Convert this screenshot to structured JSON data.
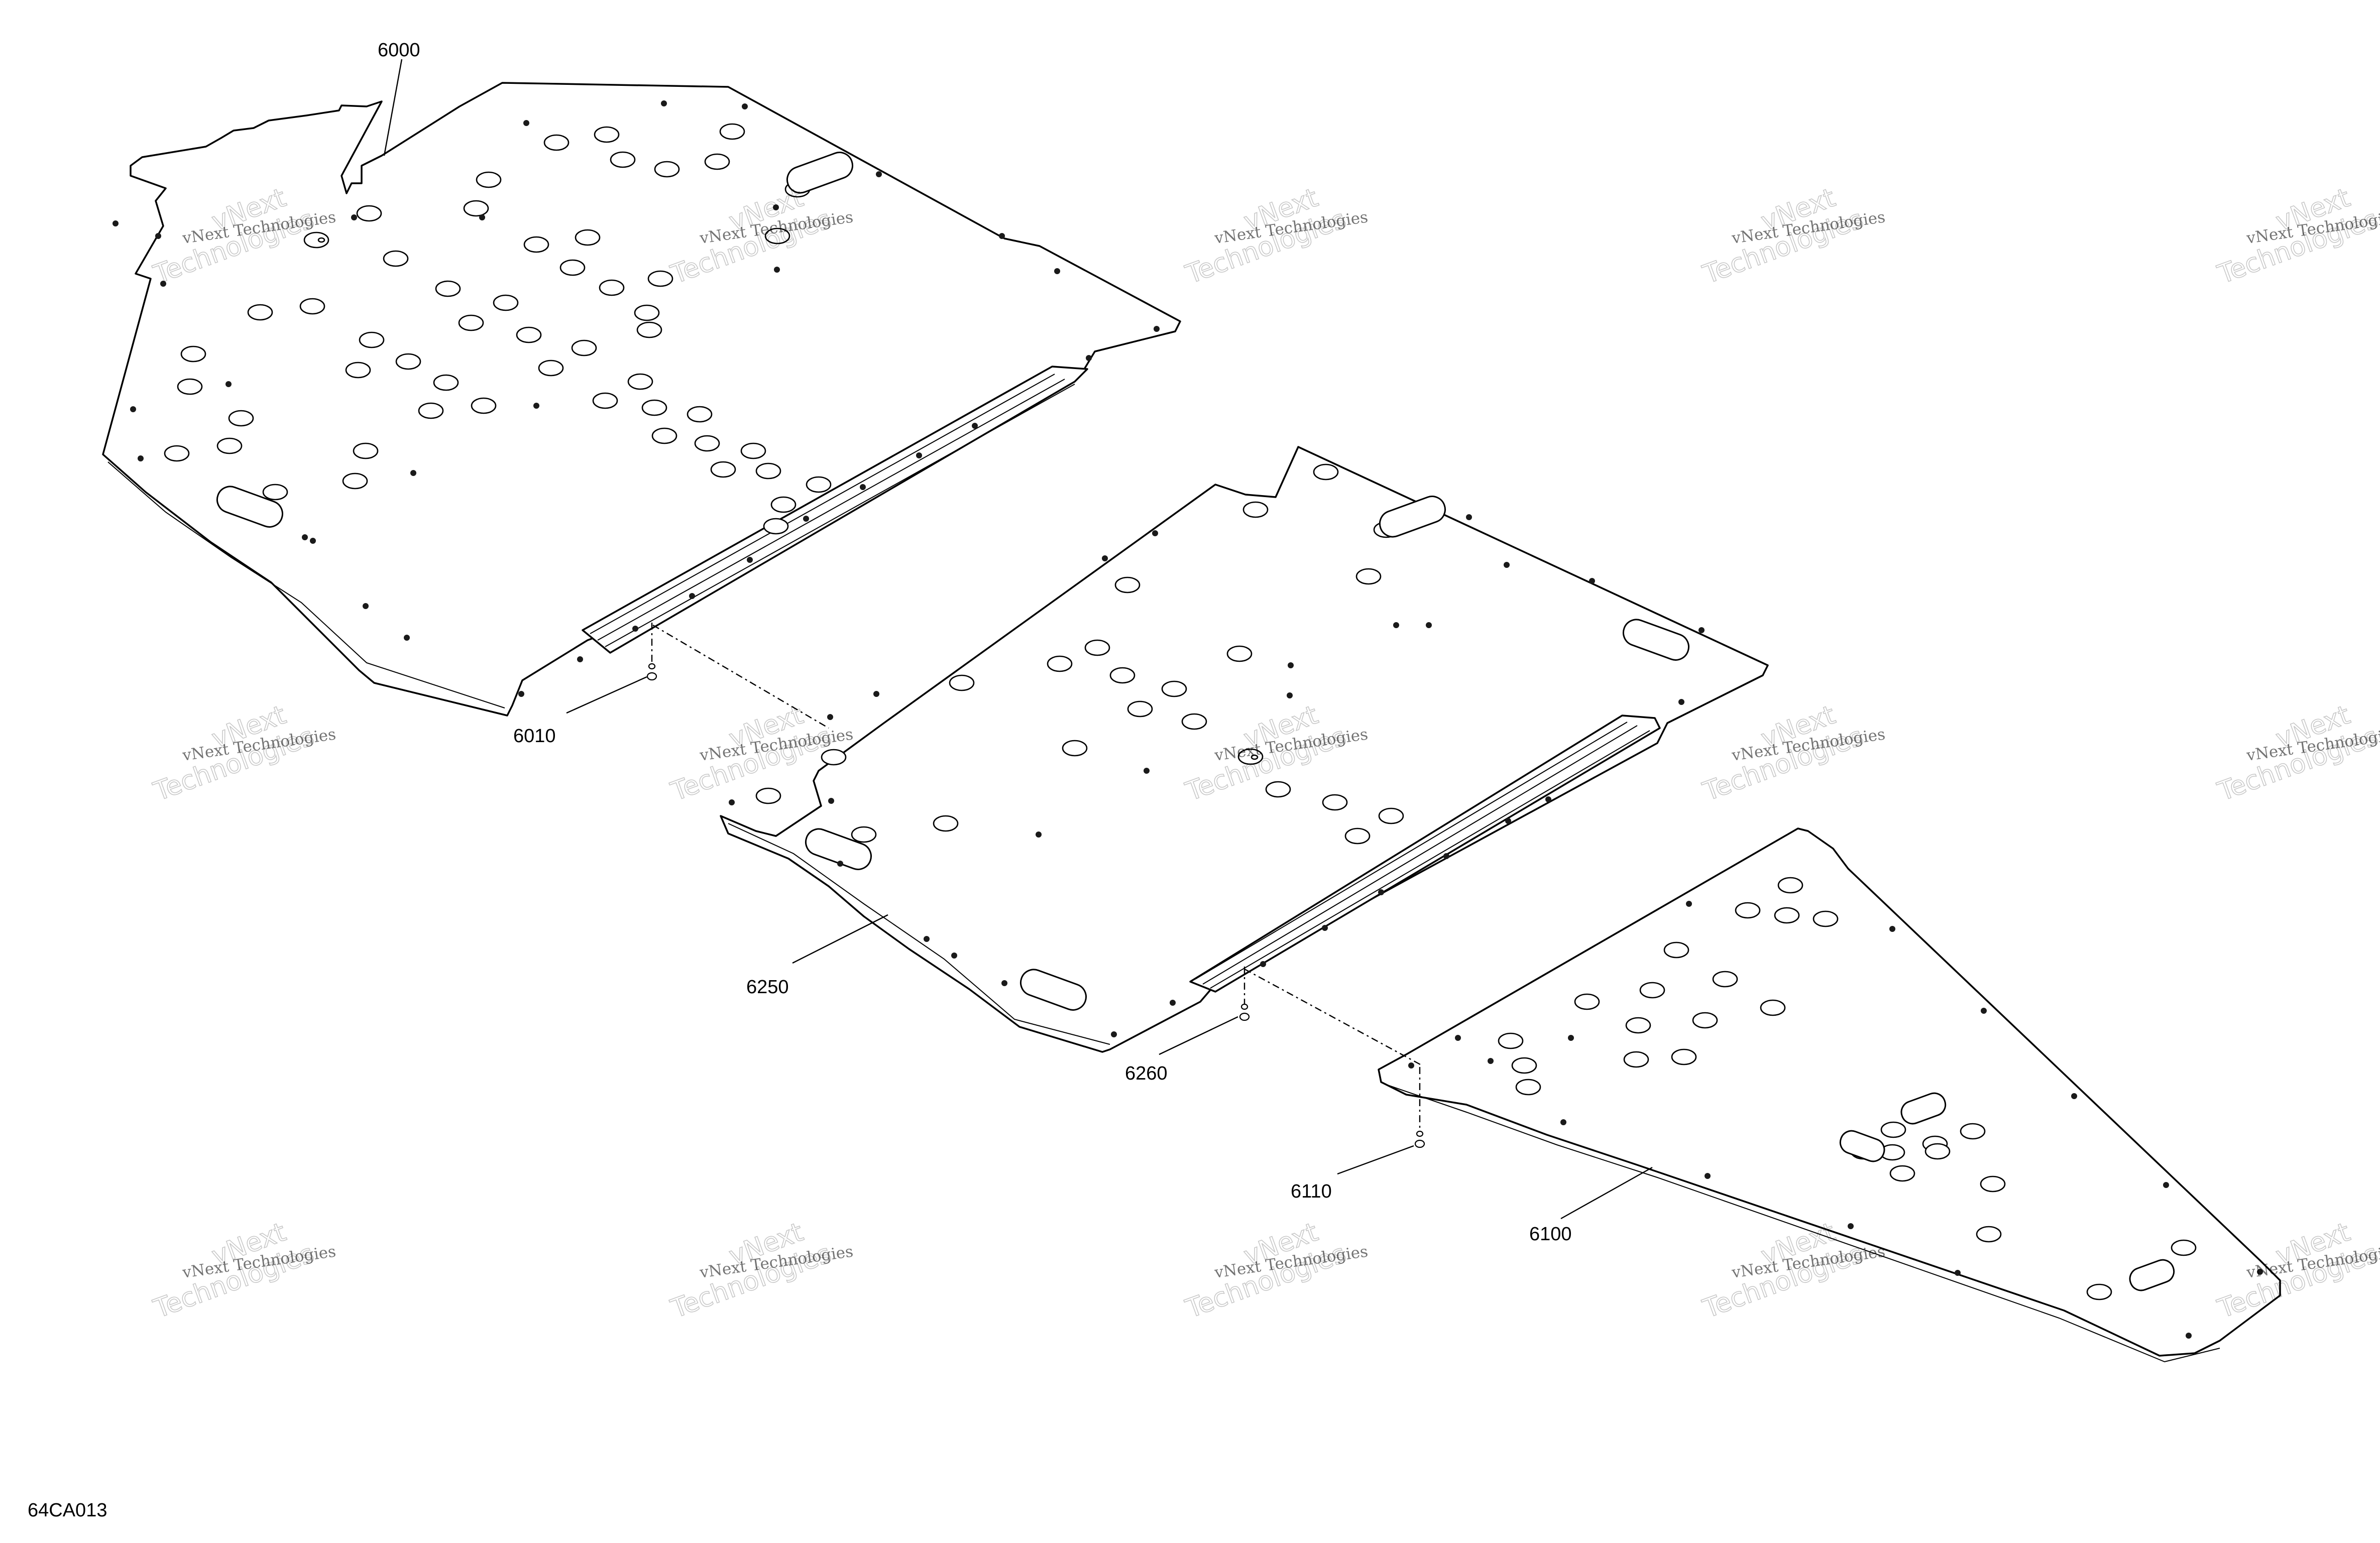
{
  "callouts": {
    "c6000": "6000",
    "c6010": "6010",
    "c6250": "6250",
    "c6260": "6260",
    "c6110": "6110",
    "c6100": "6100"
  },
  "figure_code": "64CA013",
  "watermark": {
    "line1": "vNext Technologies",
    "line2": "vNext",
    "line3": "Technologies"
  }
}
